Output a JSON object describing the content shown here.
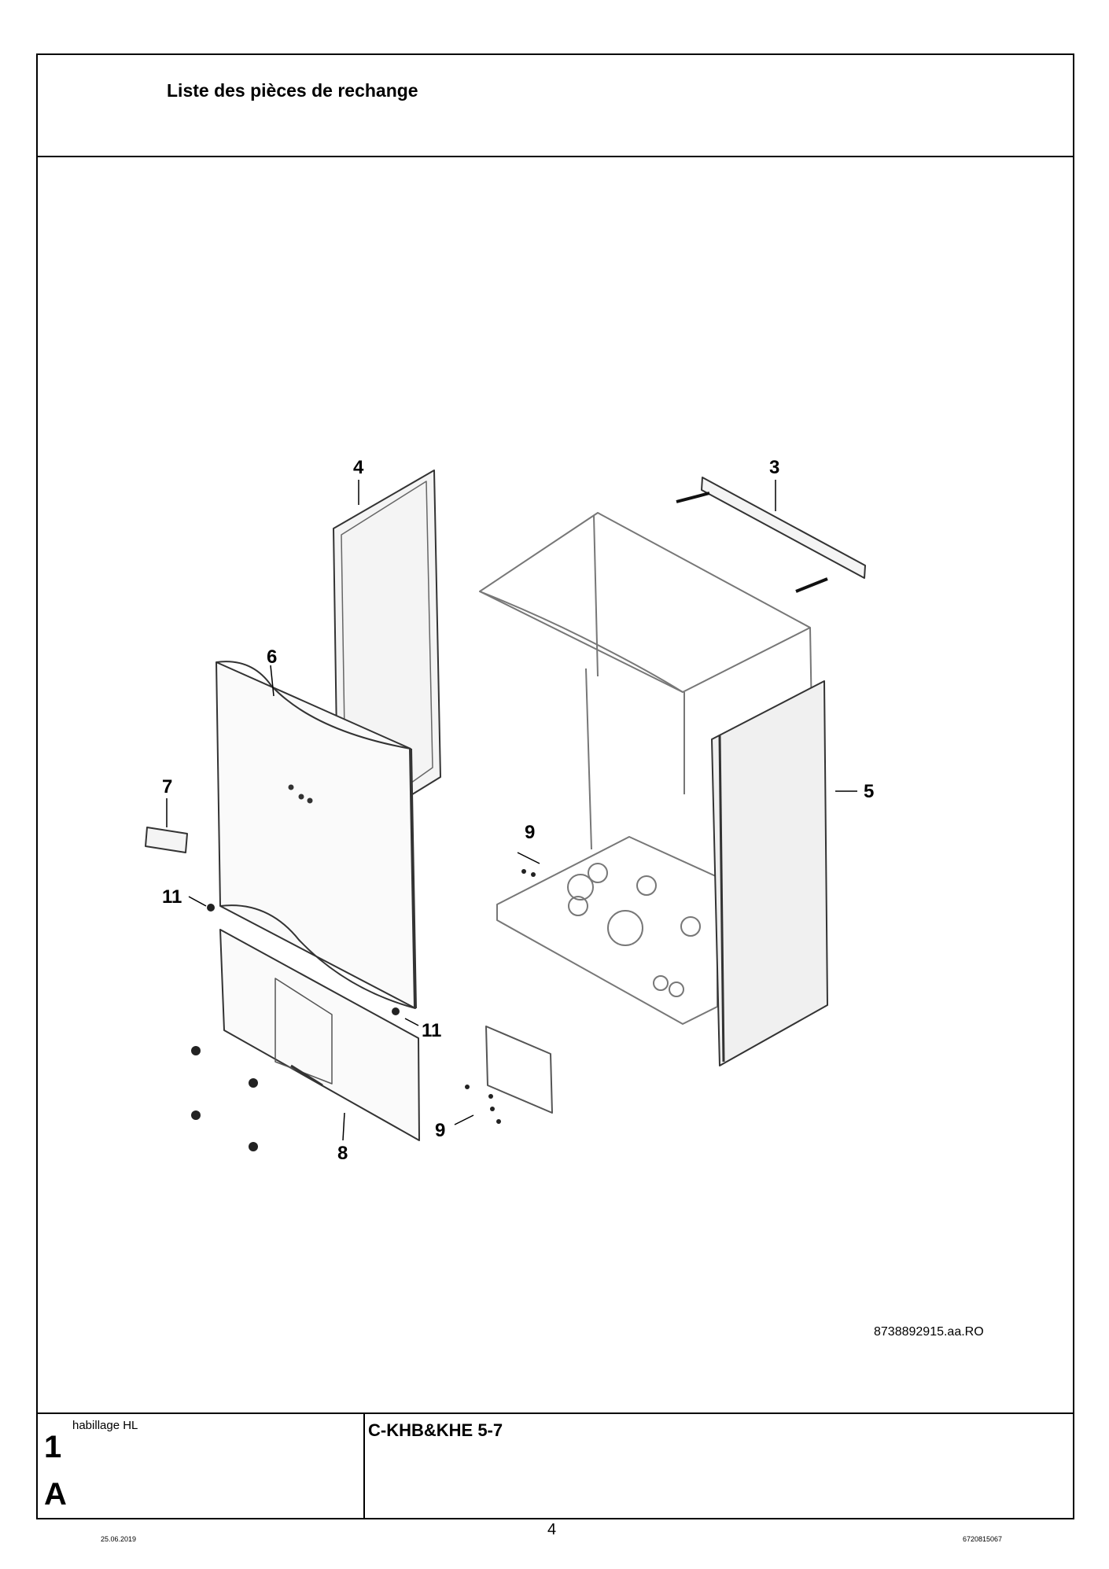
{
  "header": {
    "title": "Liste des pièces de rechange"
  },
  "drawing": {
    "reference": "8738892915.aa.RO",
    "callouts": {
      "c3": "3",
      "c4": "4",
      "c5": "5",
      "c6": "6",
      "c7": "7",
      "c8": "8",
      "c9a": "9",
      "c9b": "9",
      "c11a": "11",
      "c11b": "11"
    }
  },
  "footer": {
    "description": "habillage HL",
    "number": "1",
    "letter": "A",
    "model": "C-KHB&KHE 5-7",
    "date": "25.06.2019",
    "page": "4",
    "doc_number": "6720815067"
  }
}
